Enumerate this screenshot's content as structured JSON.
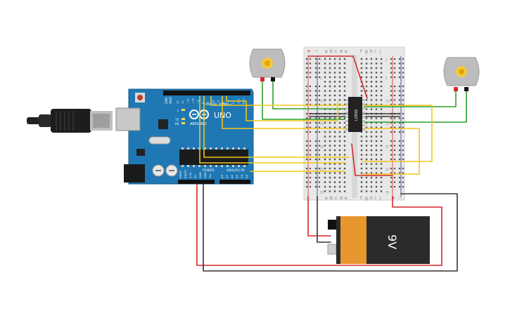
{
  "arduino": {
    "brand": "ARDUINO",
    "model": "UNO",
    "digital_label": "DIGITAL (PWM~)",
    "power_label": "POWER",
    "analog_label": "ANALOG IN",
    "led_l": "L",
    "led_tx": "TX",
    "led_rx": "RX",
    "pin_aref": "AREF",
    "pin_gnd": "GND",
    "digital_pins": [
      "13",
      "12",
      "~11",
      "~10",
      "~9",
      "8",
      "7",
      "~6",
      "~5",
      "4",
      "~3",
      "2",
      "TX1",
      "RX0"
    ],
    "power_pins": [
      "IOREF",
      "RESET",
      "3.3V",
      "5V",
      "GND",
      "GND",
      "Vin"
    ],
    "analog_pins": [
      "A0",
      "A1",
      "A2",
      "A3",
      "A4",
      "A5"
    ]
  },
  "breadboard": {
    "rail_plus": "+",
    "rail_minus": "-",
    "left_cols": [
      "a",
      "b",
      "c",
      "d",
      "e"
    ],
    "right_cols": [
      "f",
      "g",
      "h",
      "i",
      "j"
    ],
    "row_numbers": [
      "1",
      "5",
      "10",
      "15",
      "20",
      "25",
      "30"
    ]
  },
  "driver_chip": {
    "label": "L293D"
  },
  "battery": {
    "label": "9V"
  },
  "colors": {
    "wire_red": "#d62728",
    "wire_black": "#333333",
    "wire_green": "#2ca02c",
    "wire_yellow": "#f2c618",
    "board_blue": "#1f78b4",
    "battery_orange": "#e8962e"
  }
}
